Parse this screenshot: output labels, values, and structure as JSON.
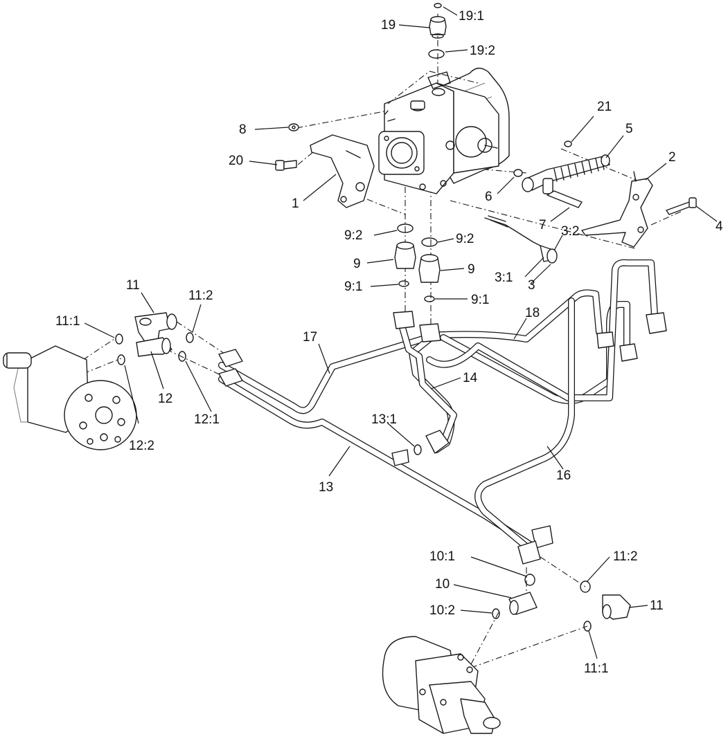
{
  "callouts": {
    "c19": "19",
    "c19_1": "19:1",
    "c19_2": "19:2",
    "c21": "21",
    "c5": "5",
    "c2": "2",
    "c8": "8",
    "c20": "20",
    "c1": "1",
    "c6": "6",
    "c7": "7",
    "c4": "4",
    "c9_2a": "9:2",
    "c9_2b": "9:2",
    "c9a": "9",
    "c9b": "9",
    "c9_1a": "9:1",
    "c9_1b": "9:1",
    "c3_2": "3:2",
    "c3_1": "3:1",
    "c3": "3",
    "c11a": "11",
    "c11_2a": "11:2",
    "c11_1a": "11:1",
    "c12": "12",
    "c12_2": "12:2",
    "c12_1": "12:1",
    "c17": "17",
    "c18": "18",
    "c14": "14",
    "c13_1": "13:1",
    "c13": "13",
    "c16": "16",
    "c10_1": "10:1",
    "c10": "10",
    "c10_2": "10:2",
    "c11_2b": "11:2",
    "c11b": "11",
    "c11_1b": "11:1"
  }
}
